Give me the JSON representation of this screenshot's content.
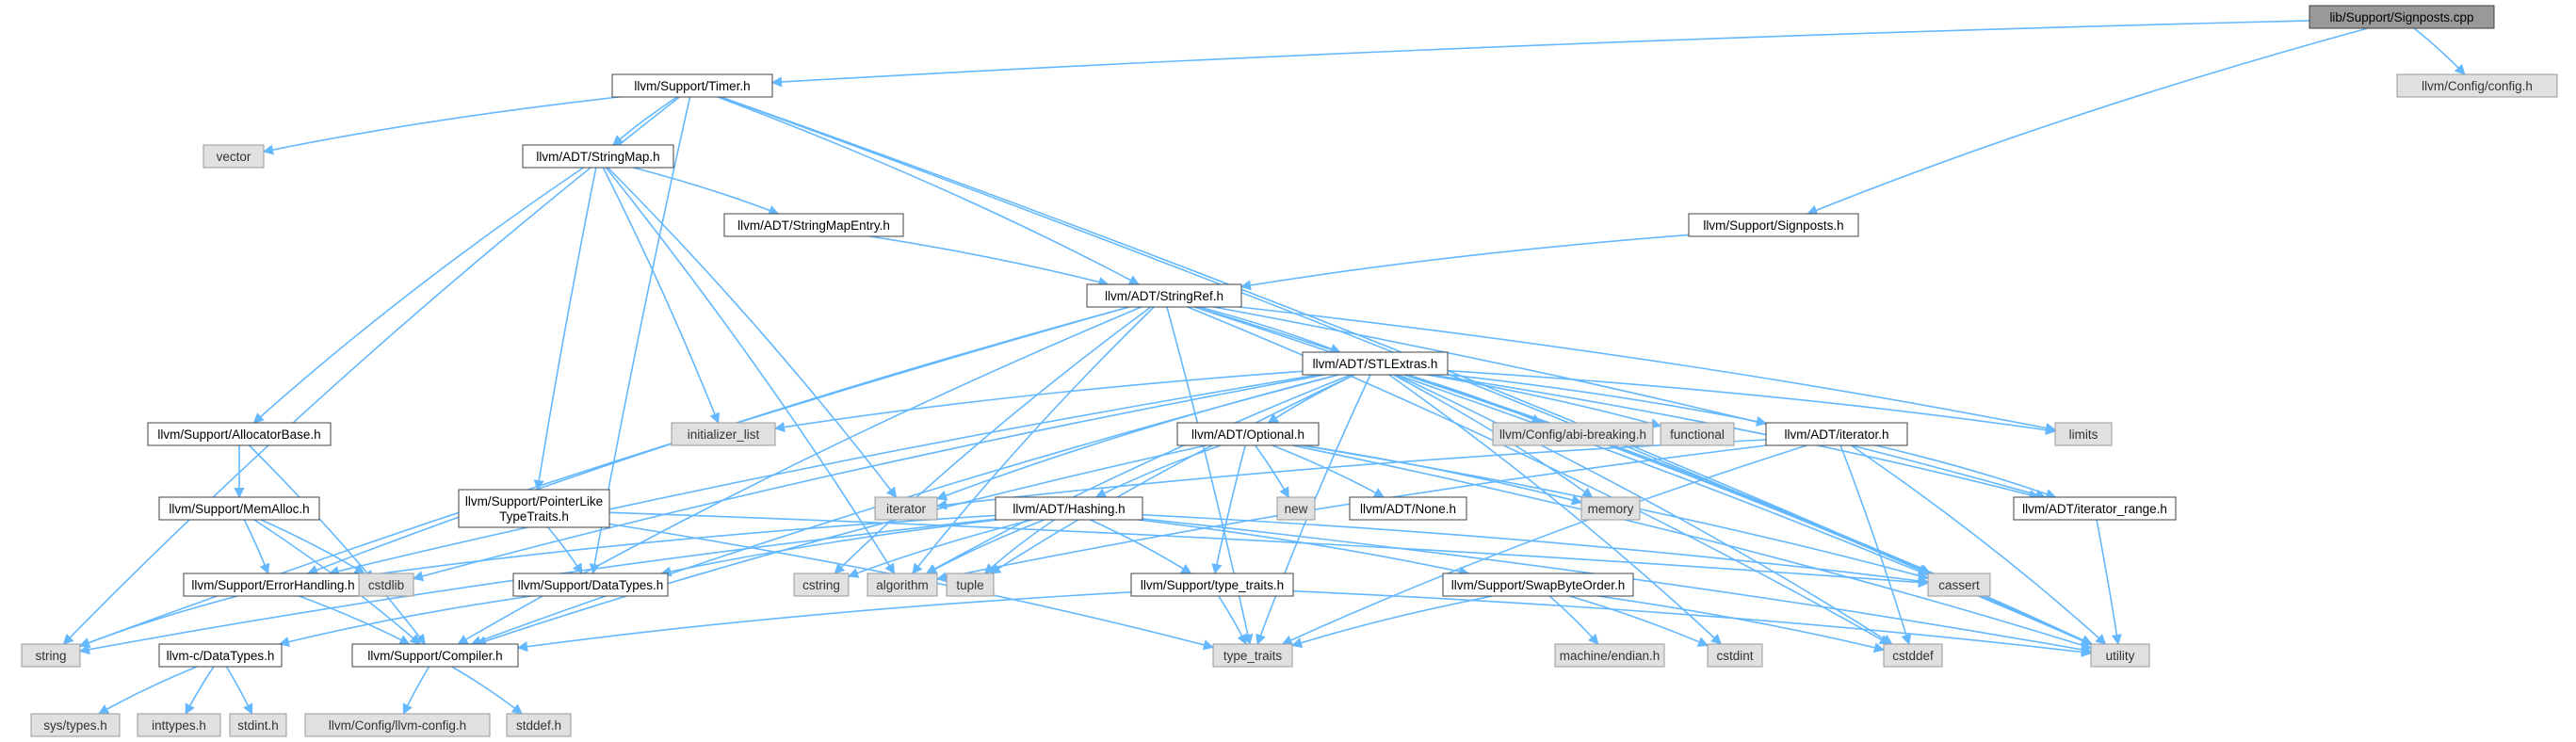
{
  "graph": {
    "root": "lib/Support/Signposts.cpp",
    "colors": {
      "edge": "#63b8ff",
      "internal_fill": "#ffffff",
      "external_fill": "#e0e0e0",
      "root_fill": "#999999"
    },
    "nodes": [
      {
        "id": "root",
        "kind": "root",
        "lines": [
          "lib/Support/Signposts.cpp"
        ]
      },
      {
        "id": "timer",
        "kind": "internal",
        "lines": [
          "llvm/Support/Timer.h"
        ]
      },
      {
        "id": "configh",
        "kind": "external",
        "lines": [
          "llvm/Config/config.h"
        ]
      },
      {
        "id": "vector",
        "kind": "external",
        "lines": [
          "vector"
        ]
      },
      {
        "id": "stringmap",
        "kind": "internal",
        "lines": [
          "llvm/ADT/StringMap.h"
        ]
      },
      {
        "id": "stringmapentry",
        "kind": "internal",
        "lines": [
          "llvm/ADT/StringMapEntry.h"
        ]
      },
      {
        "id": "signposts",
        "kind": "internal",
        "lines": [
          "llvm/Support/Signposts.h"
        ]
      },
      {
        "id": "stringref",
        "kind": "internal",
        "lines": [
          "llvm/ADT/StringRef.h"
        ]
      },
      {
        "id": "stlextras",
        "kind": "internal",
        "lines": [
          "llvm/ADT/STLExtras.h"
        ]
      },
      {
        "id": "allocatorbase",
        "kind": "internal",
        "lines": [
          "llvm/Support/AllocatorBase.h"
        ]
      },
      {
        "id": "initlist",
        "kind": "external",
        "lines": [
          "initializer_list"
        ]
      },
      {
        "id": "optional",
        "kind": "internal",
        "lines": [
          "llvm/ADT/Optional.h"
        ]
      },
      {
        "id": "abibreaking",
        "kind": "external",
        "lines": [
          "llvm/Config/abi-breaking.h"
        ]
      },
      {
        "id": "functional",
        "kind": "external",
        "lines": [
          "functional"
        ]
      },
      {
        "id": "iteratorh",
        "kind": "internal",
        "lines": [
          "llvm/ADT/iterator.h"
        ]
      },
      {
        "id": "limits",
        "kind": "external",
        "lines": [
          "limits"
        ]
      },
      {
        "id": "memalloc",
        "kind": "internal",
        "lines": [
          "llvm/Support/MemAlloc.h"
        ]
      },
      {
        "id": "pointerlike",
        "kind": "internal",
        "lines": [
          "llvm/Support/PointerLike",
          "TypeTraits.h"
        ]
      },
      {
        "id": "iterator",
        "kind": "external",
        "lines": [
          "iterator"
        ]
      },
      {
        "id": "new",
        "kind": "external",
        "lines": [
          "new"
        ]
      },
      {
        "id": "none",
        "kind": "internal",
        "lines": [
          "llvm/ADT/None.h"
        ]
      },
      {
        "id": "memory",
        "kind": "external",
        "lines": [
          "memory"
        ]
      },
      {
        "id": "hashing",
        "kind": "internal",
        "lines": [
          "llvm/ADT/Hashing.h"
        ]
      },
      {
        "id": "iterrange",
        "kind": "internal",
        "lines": [
          "llvm/ADT/iterator_range.h"
        ]
      },
      {
        "id": "errorhandling",
        "kind": "internal",
        "lines": [
          "llvm/Support/ErrorHandling.h"
        ]
      },
      {
        "id": "cstdlib",
        "kind": "external",
        "lines": [
          "cstdlib"
        ]
      },
      {
        "id": "datatypes",
        "kind": "internal",
        "lines": [
          "llvm/Support/DataTypes.h"
        ]
      },
      {
        "id": "cstring",
        "kind": "external",
        "lines": [
          "cstring"
        ]
      },
      {
        "id": "algorithm",
        "kind": "external",
        "lines": [
          "algorithm"
        ]
      },
      {
        "id": "tuple",
        "kind": "external",
        "lines": [
          "tuple"
        ]
      },
      {
        "id": "typetraitsh",
        "kind": "internal",
        "lines": [
          "llvm/Support/type_traits.h"
        ]
      },
      {
        "id": "swapbyteorder",
        "kind": "internal",
        "lines": [
          "llvm/Support/SwapByteOrder.h"
        ]
      },
      {
        "id": "cassert",
        "kind": "external",
        "lines": [
          "cassert"
        ]
      },
      {
        "id": "string",
        "kind": "external",
        "lines": [
          "string"
        ]
      },
      {
        "id": "cdatatypes",
        "kind": "internal",
        "lines": [
          "llvm-c/DataTypes.h"
        ]
      },
      {
        "id": "compiler",
        "kind": "internal",
        "lines": [
          "llvm/Support/Compiler.h"
        ]
      },
      {
        "id": "typetraits",
        "kind": "external",
        "lines": [
          "type_traits"
        ]
      },
      {
        "id": "machendian",
        "kind": "external",
        "lines": [
          "machine/endian.h"
        ]
      },
      {
        "id": "cstdint",
        "kind": "external",
        "lines": [
          "cstdint"
        ]
      },
      {
        "id": "cstddef",
        "kind": "external",
        "lines": [
          "cstddef"
        ]
      },
      {
        "id": "utility",
        "kind": "external",
        "lines": [
          "utility"
        ]
      },
      {
        "id": "systypes",
        "kind": "external",
        "lines": [
          "sys/types.h"
        ]
      },
      {
        "id": "inttypes",
        "kind": "external",
        "lines": [
          "inttypes.h"
        ]
      },
      {
        "id": "stdint",
        "kind": "external",
        "lines": [
          "stdint.h"
        ]
      },
      {
        "id": "llvmconfig",
        "kind": "external",
        "lines": [
          "llvm/Config/llvm-config.h"
        ]
      },
      {
        "id": "stddef",
        "kind": "external",
        "lines": [
          "stddef.h"
        ]
      }
    ],
    "edges": [
      [
        "root",
        "timer"
      ],
      [
        "root",
        "configh"
      ],
      [
        "root",
        "signposts"
      ],
      [
        "timer",
        "vector"
      ],
      [
        "timer",
        "stringmap"
      ],
      [
        "timer",
        "string"
      ],
      [
        "timer",
        "datatypes"
      ],
      [
        "timer",
        "stringref"
      ],
      [
        "timer",
        "cassert"
      ],
      [
        "timer",
        "utility"
      ],
      [
        "stringmap",
        "stringmapentry"
      ],
      [
        "stringmap",
        "allocatorbase"
      ],
      [
        "stringmap",
        "pointerlike"
      ],
      [
        "stringmap",
        "initlist"
      ],
      [
        "stringmap",
        "iterator"
      ],
      [
        "stringmap",
        "algorithm"
      ],
      [
        "stringmapentry",
        "stringref"
      ],
      [
        "signposts",
        "stringref"
      ],
      [
        "stringref",
        "stlextras"
      ],
      [
        "stringref",
        "string"
      ],
      [
        "stringref",
        "errorhandling"
      ],
      [
        "stringref",
        "algorithm"
      ],
      [
        "stringref",
        "cstring"
      ],
      [
        "stringref",
        "typetraits"
      ],
      [
        "stringref",
        "limits"
      ],
      [
        "stringref",
        "iterrange"
      ],
      [
        "stringref",
        "cassert"
      ],
      [
        "stringref",
        "cstddef"
      ],
      [
        "stringref",
        "utility"
      ],
      [
        "stringref",
        "compiler"
      ],
      [
        "stlextras",
        "optional"
      ],
      [
        "stlextras",
        "abibreaking"
      ],
      [
        "stlextras",
        "functional"
      ],
      [
        "stlextras",
        "iteratorh"
      ],
      [
        "stlextras",
        "limits"
      ],
      [
        "stlextras",
        "initlist"
      ],
      [
        "stlextras",
        "iterator"
      ],
      [
        "stlextras",
        "algorithm"
      ],
      [
        "stlextras",
        "tuple"
      ],
      [
        "stlextras",
        "cstdlib"
      ],
      [
        "stlextras",
        "memory"
      ],
      [
        "stlextras",
        "cassert"
      ],
      [
        "stlextras",
        "cstdint"
      ],
      [
        "stlextras",
        "cstddef"
      ],
      [
        "stlextras",
        "typetraits"
      ],
      [
        "stlextras",
        "utility"
      ],
      [
        "stlextras",
        "iterrange"
      ],
      [
        "stlextras",
        "errorhandling"
      ],
      [
        "stlextras",
        "compiler"
      ],
      [
        "allocatorbase",
        "memalloc"
      ],
      [
        "allocatorbase",
        "compiler"
      ],
      [
        "memalloc",
        "errorhandling"
      ],
      [
        "memalloc",
        "cstdlib"
      ],
      [
        "memalloc",
        "compiler"
      ],
      [
        "pointerlike",
        "datatypes"
      ],
      [
        "pointerlike",
        "cassert"
      ],
      [
        "pointerlike",
        "typetraits"
      ],
      [
        "optional",
        "hashing"
      ],
      [
        "optional",
        "new"
      ],
      [
        "optional",
        "none"
      ],
      [
        "optional",
        "memory"
      ],
      [
        "optional",
        "cassert"
      ],
      [
        "optional",
        "utility"
      ],
      [
        "optional",
        "typetraitsh"
      ],
      [
        "optional",
        "compiler"
      ],
      [
        "iteratorh",
        "iterrange"
      ],
      [
        "iteratorh",
        "iterator"
      ],
      [
        "iteratorh",
        "cstddef"
      ],
      [
        "iteratorh",
        "typetraits"
      ],
      [
        "iteratorh",
        "utility"
      ],
      [
        "iteratorh",
        "algorithm"
      ],
      [
        "hashing",
        "errorhandling"
      ],
      [
        "hashing",
        "datatypes"
      ],
      [
        "hashing",
        "typetraitsh"
      ],
      [
        "hashing",
        "swapbyteorder"
      ],
      [
        "hashing",
        "algorithm"
      ],
      [
        "hashing",
        "tuple"
      ],
      [
        "hashing",
        "cstring"
      ],
      [
        "hashing",
        "cassert"
      ],
      [
        "hashing",
        "string"
      ],
      [
        "hashing",
        "utility"
      ],
      [
        "iterrange",
        "utility"
      ],
      [
        "errorhandling",
        "compiler"
      ],
      [
        "errorhandling",
        "string"
      ],
      [
        "datatypes",
        "cdatatypes"
      ],
      [
        "typetraitsh",
        "typetraits"
      ],
      [
        "typetraitsh",
        "utility"
      ],
      [
        "typetraitsh",
        "compiler"
      ],
      [
        "swapbyteorder",
        "machendian"
      ],
      [
        "swapbyteorder",
        "cstdint"
      ],
      [
        "swapbyteorder",
        "cstddef"
      ],
      [
        "swapbyteorder",
        "typetraits"
      ],
      [
        "cdatatypes",
        "systypes"
      ],
      [
        "cdatatypes",
        "inttypes"
      ],
      [
        "cdatatypes",
        "stdint"
      ],
      [
        "compiler",
        "llvmconfig"
      ],
      [
        "compiler",
        "stddef"
      ]
    ]
  }
}
